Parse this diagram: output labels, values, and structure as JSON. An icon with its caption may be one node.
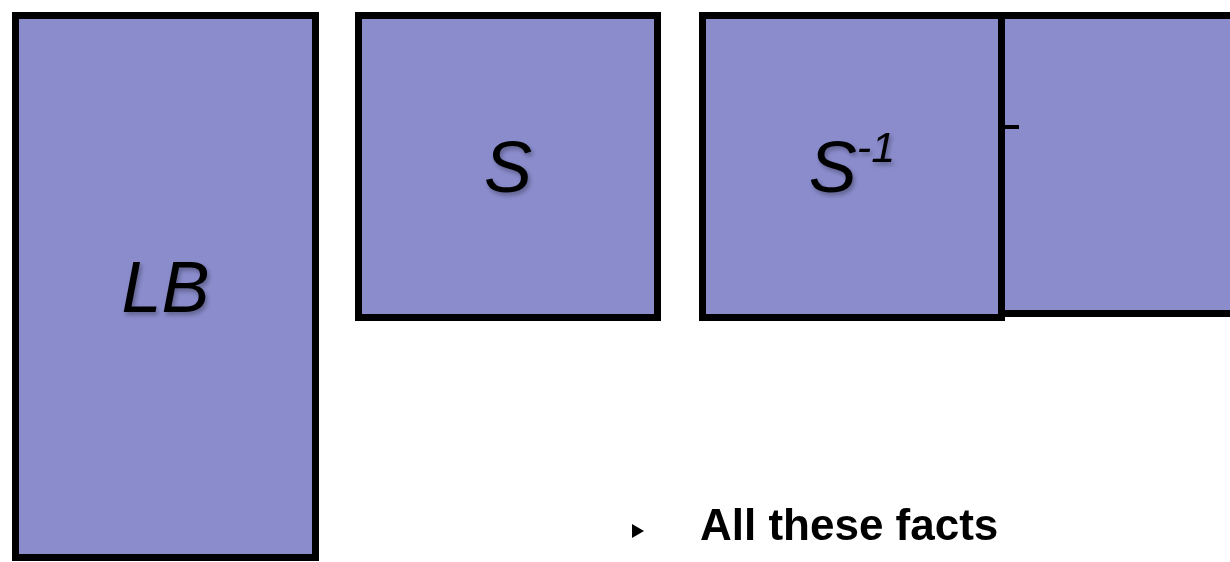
{
  "diagram": {
    "nodes": [
      {
        "text": [
          "LB"
        ]
      },
      {
        "text": [
          "S"
        ]
      },
      {
        "text": [
          "S$^{-1}$"
        ]
      },
      {
        "text": [],
        "shape": "box"
      }
    ],
    "labels": [
      "All these facts"
    ]
  }
}
